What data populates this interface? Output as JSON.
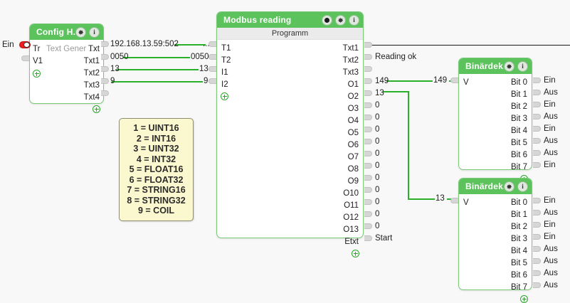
{
  "canvas": {
    "background": "#f8f8f8",
    "wire_color": "#2ab02a",
    "node_green": "#5cc35c"
  },
  "nodes": {
    "config": {
      "title": "Config  H...",
      "icons": [
        "gear-icon",
        "info-icon"
      ],
      "external_input_label": "Ein",
      "inputs": [
        {
          "label": "Tr"
        },
        {
          "label": "V1"
        }
      ],
      "center_label": "Text Gener ...",
      "outputs": [
        {
          "label": "Txt",
          "value": "192.168.13.59:502"
        },
        {
          "label": "Txt1",
          "value": "0050"
        },
        {
          "label": "Txt2",
          "value": "13"
        },
        {
          "label": "Txt3",
          "value": "9"
        },
        {
          "label": "Txt4",
          "value": ""
        }
      ],
      "add_icon": "plus-circle-icon"
    },
    "modbus": {
      "title": "Modbus reading",
      "subtitle": "Programm",
      "icons": [
        "record-dot-icon",
        "gear-icon",
        "info-icon"
      ],
      "inputs": [
        {
          "label": "T1",
          "value": "..."
        },
        {
          "label": "T2",
          "value": "0050"
        },
        {
          "label": "I1",
          "value": "13"
        },
        {
          "label": "I2",
          "value": "9"
        }
      ],
      "outputs": [
        {
          "label": "Txt1",
          "value": ""
        },
        {
          "label": "Txt2",
          "value": "Reading ok"
        },
        {
          "label": "Txt3",
          "value": ""
        },
        {
          "label": "O1",
          "value": "149"
        },
        {
          "label": "O2",
          "value": "13"
        },
        {
          "label": "O3",
          "value": "0"
        },
        {
          "label": "O4",
          "value": "0"
        },
        {
          "label": "O5",
          "value": "0"
        },
        {
          "label": "O6",
          "value": "0"
        },
        {
          "label": "O7",
          "value": "0"
        },
        {
          "label": "O8",
          "value": "0"
        },
        {
          "label": "O9",
          "value": "0"
        },
        {
          "label": "O10",
          "value": "0"
        },
        {
          "label": "O11",
          "value": "0"
        },
        {
          "label": "O12",
          "value": "0"
        },
        {
          "label": "O13",
          "value": "0"
        },
        {
          "label": "Etxt",
          "value": "Start"
        }
      ],
      "add_icon": "plus-circle-icon"
    },
    "decoder1": {
      "title": "Binärdek...",
      "icons": [
        "gear-icon",
        "info-icon"
      ],
      "input": {
        "label": "V",
        "value": "149"
      },
      "outputs": [
        {
          "label": "Bit 0",
          "value": "Ein"
        },
        {
          "label": "Bit 1",
          "value": "Aus"
        },
        {
          "label": "Bit 2",
          "value": "Ein"
        },
        {
          "label": "Bit 3",
          "value": "Aus"
        },
        {
          "label": "Bit 4",
          "value": "Ein"
        },
        {
          "label": "Bit 5",
          "value": "Aus"
        },
        {
          "label": "Bit 6",
          "value": "Aus"
        },
        {
          "label": "Bit 7",
          "value": "Ein"
        }
      ],
      "add_icon": "plus-circle-icon"
    },
    "decoder2": {
      "title": "Binärdek...",
      "icons": [
        "gear-icon",
        "info-icon"
      ],
      "input": {
        "label": "V",
        "value": "13"
      },
      "outputs": [
        {
          "label": "Bit 0",
          "value": "Ein"
        },
        {
          "label": "Bit 1",
          "value": "Aus"
        },
        {
          "label": "Bit 2",
          "value": "Ein"
        },
        {
          "label": "Bit 3",
          "value": "Ein"
        },
        {
          "label": "Bit 4",
          "value": "Aus"
        },
        {
          "label": "Bit 5",
          "value": "Aus"
        },
        {
          "label": "Bit 6",
          "value": "Aus"
        },
        {
          "label": "Bit 7",
          "value": "Aus"
        }
      ],
      "add_icon": "plus-circle-icon"
    }
  },
  "legend": {
    "lines": [
      "1 = UINT16",
      "2 = INT16",
      "3 = UINT32",
      "4 = INT32",
      "5 = FLOAT16",
      "6 = FLOAT32",
      "7 = STRING16",
      "8 = STRING32",
      "9 = COIL"
    ]
  },
  "wire_labels": {
    "config_txt_out": "192.168.13.59:502",
    "modbus_t1_in": "...",
    "config_txt1_out": "0050",
    "modbus_t2_in": "0050",
    "config_txt2_out": "13",
    "modbus_i1_in": "13",
    "config_txt3_out": "9",
    "modbus_i2_in": "9",
    "modbus_o1_out": "149",
    "decoder1_v_in": "149",
    "modbus_o2_out": "13",
    "decoder2_v_in": "13"
  }
}
